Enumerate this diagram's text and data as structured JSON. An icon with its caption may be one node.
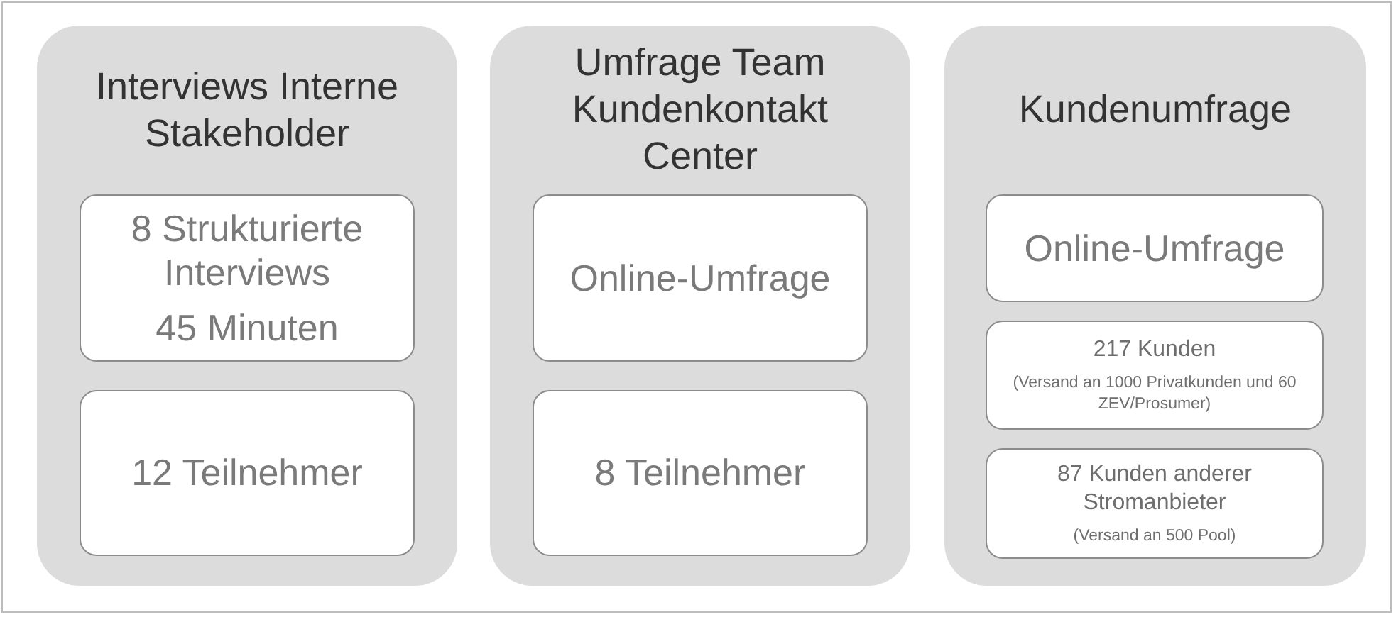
{
  "diagram": {
    "nodes": [
      {
        "text": [
          "Interviews Interne Stakeholder"
        ]
      },
      {
        "text": [
          "8 Strukturierte Interviews",
          "45 Minuten"
        ],
        "in": 0
      },
      {
        "text": [
          "12 Teilnehmer"
        ],
        "in": 0
      },
      {
        "text": [
          "Umfrage Team Kundenkontakt Center"
        ]
      },
      {
        "text": [
          "Online-Umfrage"
        ],
        "in": 3
      },
      {
        "text": [
          "8 Teilnehmer"
        ],
        "in": 3
      },
      {
        "text": [
          "Kundenumfrage"
        ]
      },
      {
        "text": [
          "Online-Umfrage"
        ],
        "in": 6
      },
      {
        "text": [
          "217 Kunden",
          "(Versand an 1000 Privatkunden und 60 ZEV/Prosumer)"
        ],
        "in": 6
      },
      {
        "text": [
          "87 Kunden anderer Stromanbieter",
          "(Versand an 500 Pool)"
        ],
        "in": 6
      }
    ]
  }
}
